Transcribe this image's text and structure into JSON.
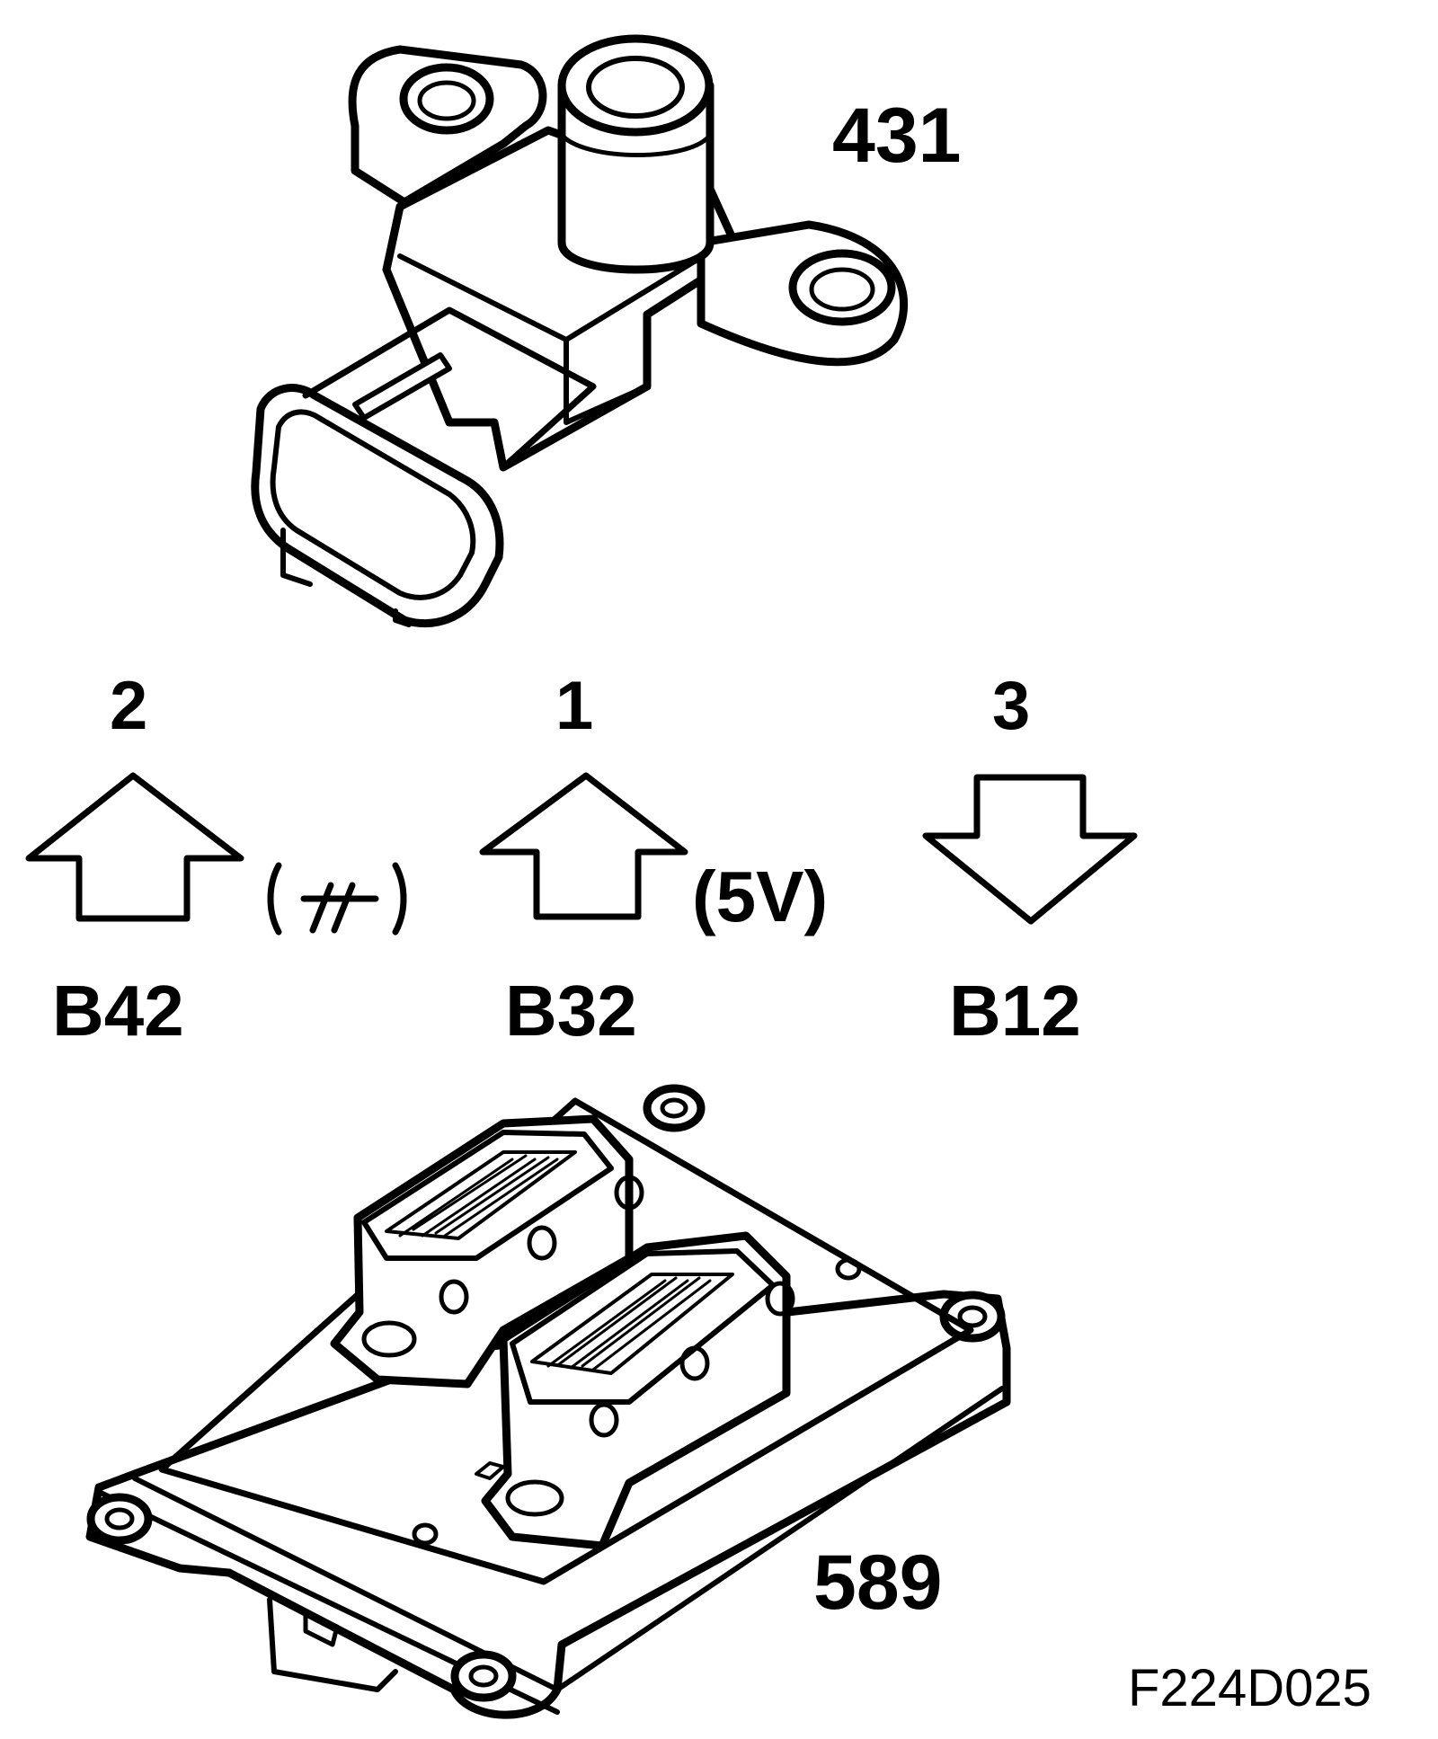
{
  "sensor": {
    "id": "431"
  },
  "ecu": {
    "id": "589"
  },
  "figure_code": "F224D025",
  "pins": [
    {
      "pin": "2",
      "connector": "B42",
      "direction": "up",
      "note": "(⏚)"
    },
    {
      "pin": "1",
      "connector": "B32",
      "direction": "up",
      "note": "(5V)"
    },
    {
      "pin": "3",
      "connector": "B12",
      "direction": "down",
      "note": ""
    }
  ],
  "colors": {
    "line": "#000000",
    "background": "#ffffff"
  },
  "icons": {
    "ground": "ground-symbol-icon"
  }
}
